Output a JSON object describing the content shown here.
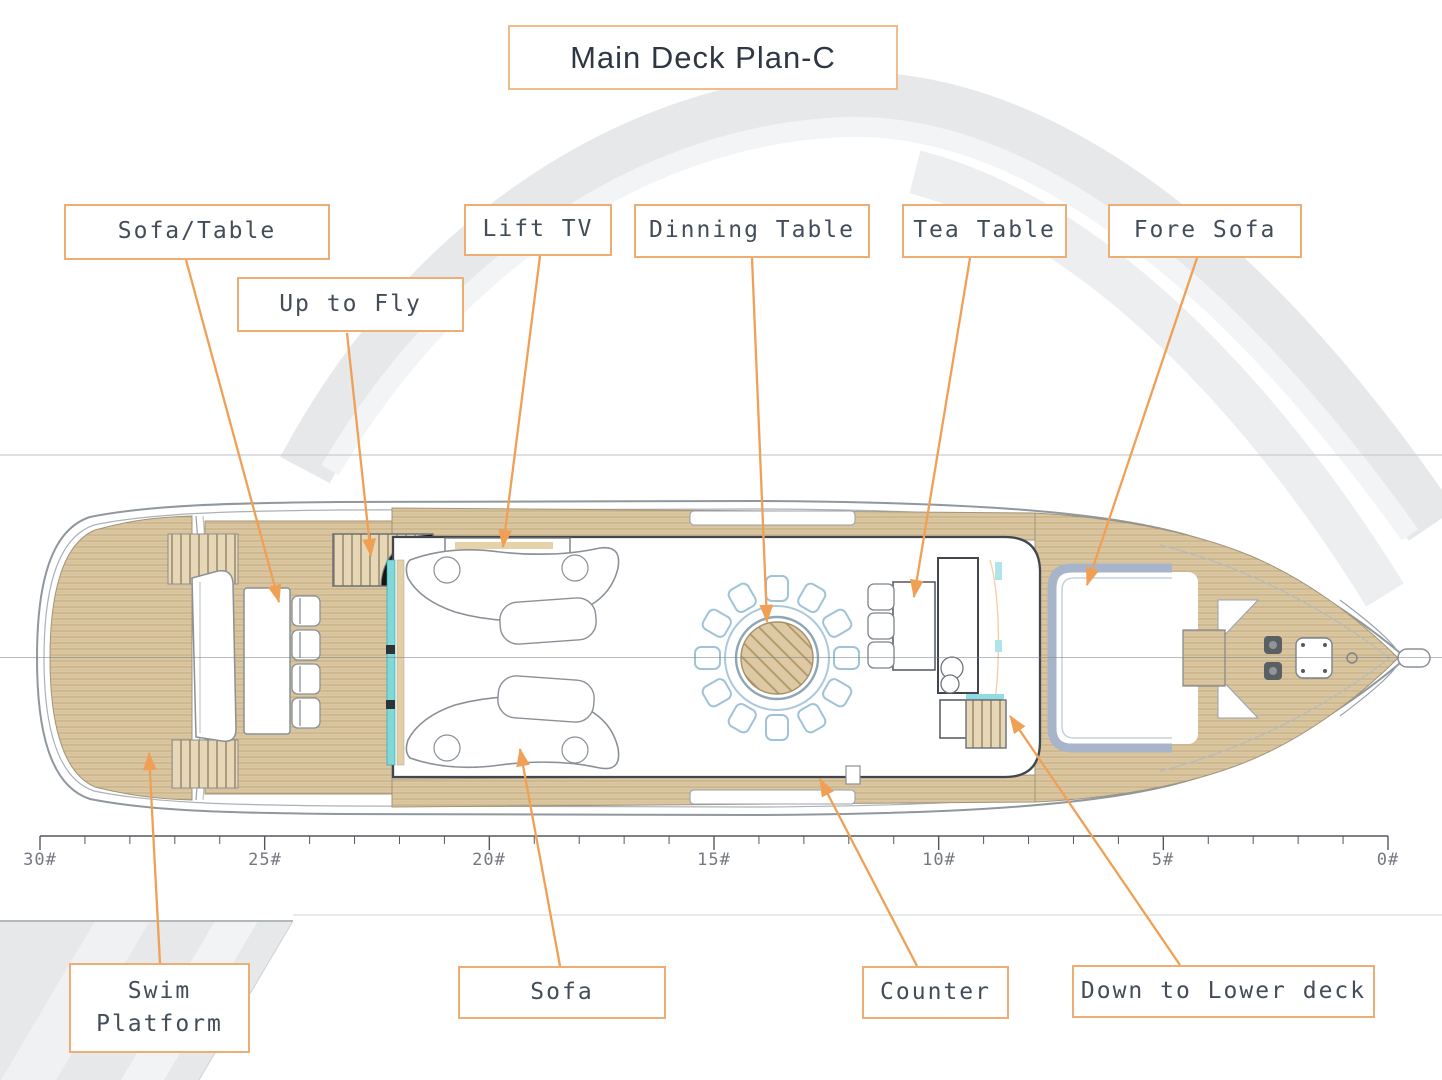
{
  "title": "Main Deck Plan-C",
  "callouts": {
    "sofa_table": "Sofa/Table",
    "up_to_fly": "Up to Fly",
    "lift_tv": "Lift TV",
    "dinning_table": "Dinning Table",
    "tea_table": "Tea Table",
    "fore_sofa": "Fore Sofa",
    "swim_platform": "Swim Platform",
    "sofa": "Sofa",
    "counter": "Counter",
    "down_to_lower_deck": "Down to Lower deck"
  },
  "ruler": {
    "ticks": [
      "30#",
      "25#",
      "20#",
      "15#",
      "10#",
      "5#",
      "0#"
    ]
  },
  "colors": {
    "callout_border": "#ecae74",
    "arrow": "#f0a055",
    "deck_wood": "#dbc8a3",
    "glass_teal": "#7fd8da",
    "dining_chair_blue": "#9fc3d8",
    "fore_sofa_blue": "#a8b4ca",
    "label_text": "#434c59"
  }
}
